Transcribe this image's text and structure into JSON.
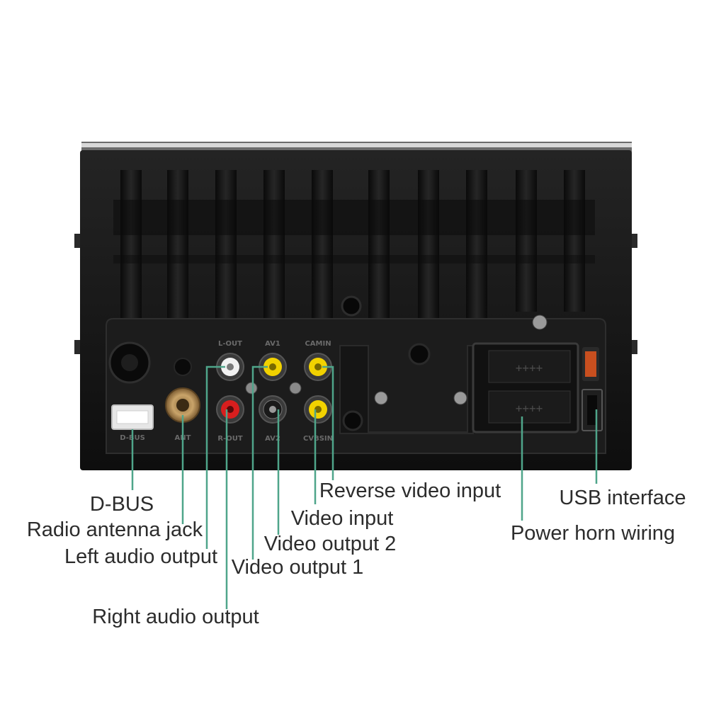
{
  "device": {
    "port_labels": {
      "dbus": "D-BUS",
      "ant": "ANT",
      "lout": "L-OUT",
      "av1": "AV1",
      "camin": "CAMIN",
      "rout": "R-OUT",
      "av2": "AV2",
      "cvbsin": "CVBSIN"
    }
  },
  "callouts": {
    "dbus": "D-BUS",
    "radio_antenna": "Radio antenna jack",
    "left_audio": "Left audio output",
    "right_audio": "Right audio output",
    "reverse_video": "Reverse video input",
    "video_input": "Video input",
    "video_output_2": "Video output 2",
    "video_output_1": "Video output 1",
    "usb": "USB interface",
    "power_horn": "Power horn wiring"
  },
  "colors": {
    "leader": "#4fa58a",
    "body": "#141414",
    "rca_white": "#f2f2f2",
    "rca_red": "#d81e1e",
    "rca_yellow": "#f2d200",
    "rca_black": "#1a1a1a",
    "fuse": "#d9531e",
    "antenna_gold": "#b8925a"
  }
}
